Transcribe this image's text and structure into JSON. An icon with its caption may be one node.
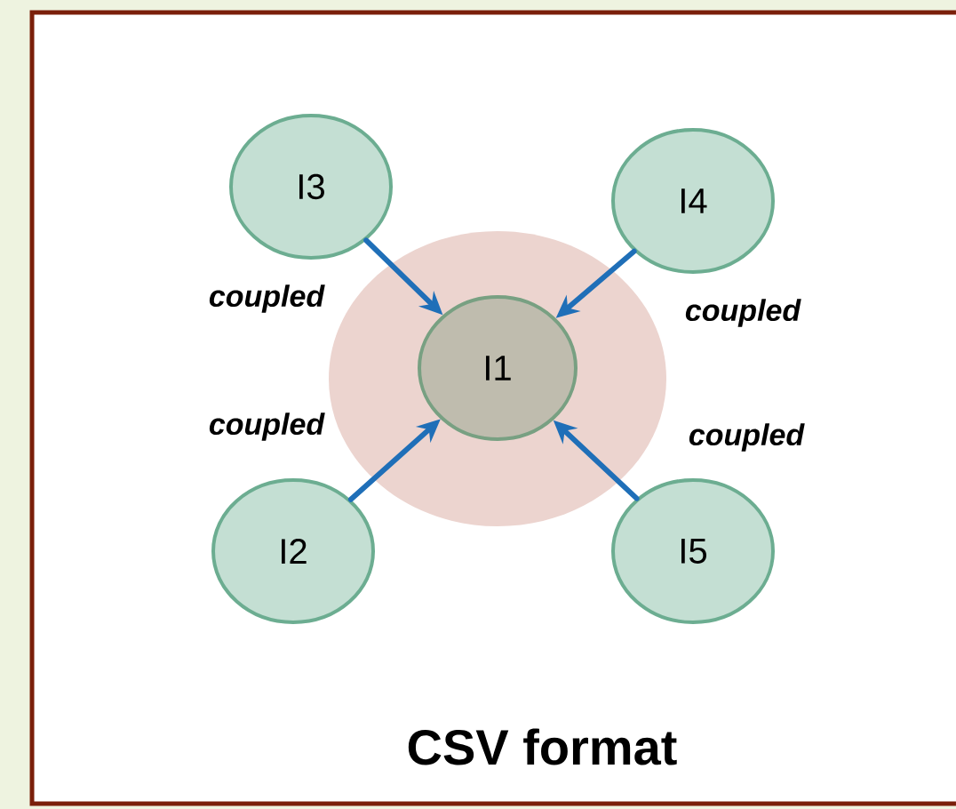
{
  "diagram": {
    "caption": "CSV format",
    "nodes": [
      {
        "text": [
          "I3"
        ]
      },
      {
        "text": [
          "I4"
        ]
      },
      {
        "text": [],
        "shape": "circle"
      },
      {
        "text": [
          "I1"
        ],
        "in": 2
      },
      {
        "text": [
          "I2"
        ]
      },
      {
        "text": [
          "I5"
        ]
      }
    ],
    "edges": [
      {
        "from": 0,
        "to": 3,
        "arrow": "to",
        "label": "coupled"
      },
      {
        "from": 1,
        "to": 3,
        "arrow": "to",
        "label": "coupled"
      },
      {
        "from": 4,
        "to": 3,
        "arrow": "to",
        "label": "coupled"
      },
      {
        "from": 5,
        "to": 3,
        "arrow": "to",
        "label": "coupled"
      }
    ]
  }
}
